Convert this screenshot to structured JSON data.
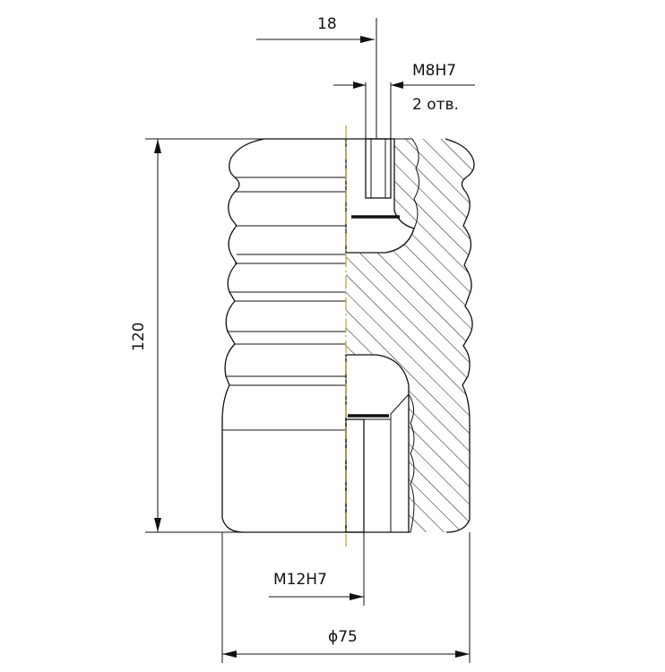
{
  "drawing": {
    "dimensions": {
      "offset_top": "18",
      "thread_top": "M8H7",
      "thread_top_count": "2 отв.",
      "height": "120",
      "thread_bottom": "M12H7",
      "diameter": "ϕ75"
    },
    "colors": {
      "line": "#111111",
      "axis": "#c89a2a",
      "background": "#ffffff"
    }
  }
}
